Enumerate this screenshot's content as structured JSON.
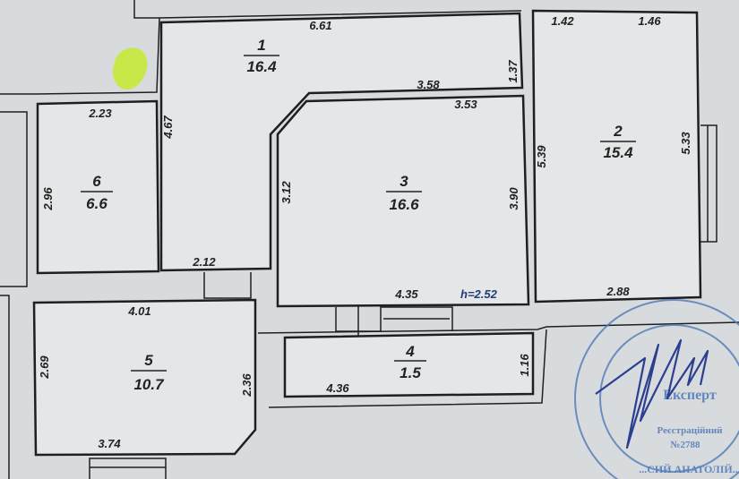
{
  "rooms": [
    {
      "number": "1",
      "area": "16.4"
    },
    {
      "number": "2",
      "area": "15.4"
    },
    {
      "number": "3",
      "area": "16.6"
    },
    {
      "number": "4",
      "area": "1.5"
    },
    {
      "number": "5",
      "area": "10.7"
    },
    {
      "number": "6",
      "area": "6.6"
    }
  ],
  "dimensions": {
    "r1_top": "6.61",
    "r1_right": "1.37",
    "r1_left": "4.67",
    "r1_bottom": "3.58",
    "r1_bottom_left": "2.12",
    "r2_top_left": "1.42",
    "r2_top_right": "1.46",
    "r2_left": "5.39",
    "r2_right": "5.33",
    "r2_bottom": "2.88",
    "r3_top": "3.53",
    "r3_left": "3.12",
    "r3_right": "3.90",
    "r3_bottom": "4.35",
    "r4_bottom": "4.36",
    "r4_right": "1.16",
    "r5_top": "4.01",
    "r5_left": "2.69",
    "r5_right": "2.36",
    "r5_bottom": "3.74",
    "r6_top": "2.23",
    "r6_left": "2.96"
  },
  "ceiling_height": "h=2.52",
  "stamp": {
    "title": "Експерт",
    "line1": "Реєстраційний",
    "line2": "№2788",
    "ring_text": "...СИЙ АНАТОЛІЙ..."
  },
  "colors": {
    "background": "#d8dbdd",
    "walls": "#1e1f22",
    "stamp": "#4f79b8",
    "height_label": "#1f3d7a",
    "marker": "#c8e84a"
  }
}
